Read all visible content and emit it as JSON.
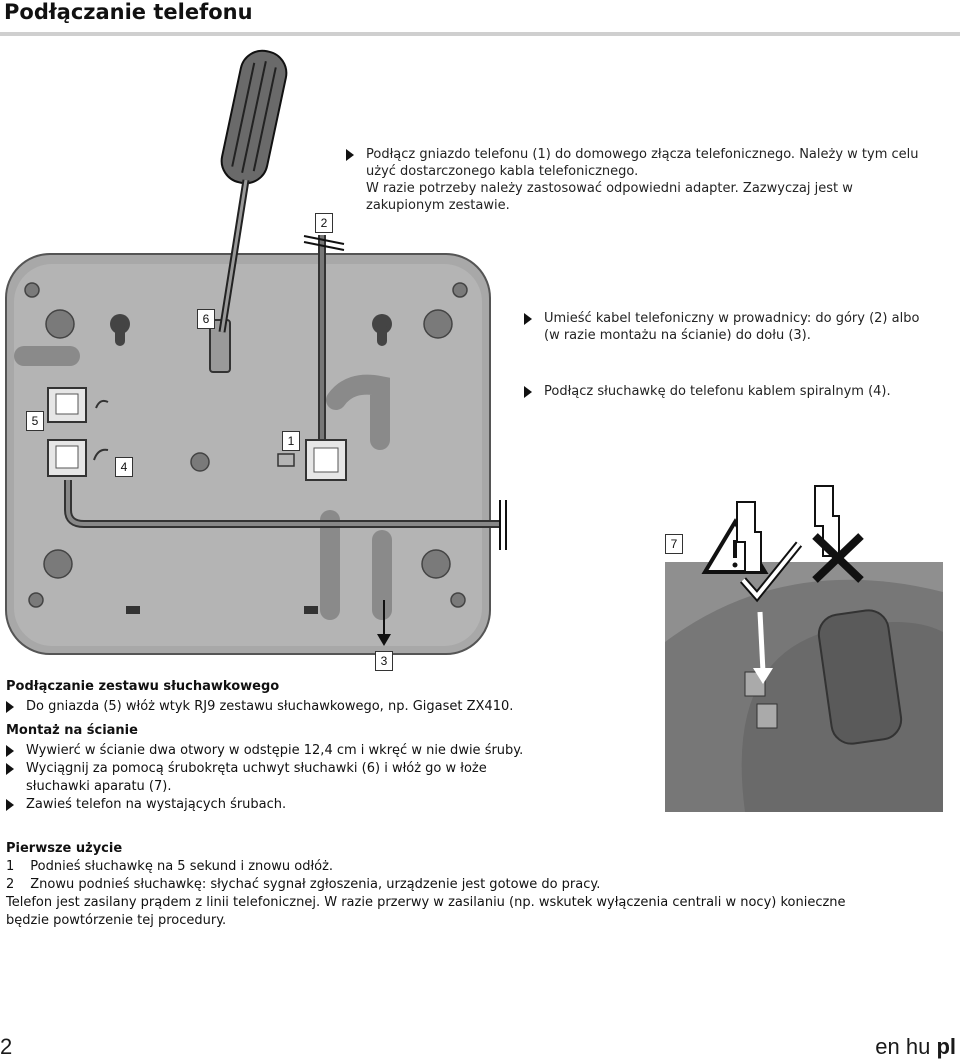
{
  "page": {
    "title": "Podłączanie telefonu",
    "page_number": "2",
    "languages": {
      "others": "en hu",
      "current": "pl"
    }
  },
  "figure": {
    "callouts": [
      "1",
      "2",
      "3",
      "4",
      "5",
      "6",
      "7"
    ]
  },
  "instructions_right": [
    "Podłącz gniazdo telefonu (1) do domowego złącza telefonicznego. Należy w tym celu użyć dostarczonego kabla telefonicznego.",
    "W razie potrzeby należy zastosować odpowiedni adapter. Zazwyczaj jest w zakupionym zestawie.",
    "Umieść kabel telefoniczny w prowadnicy: do góry (2) albo (w razie montażu na ścianie) do dołu (3).",
    "Podłącz słuchawkę do telefonu kablem spiralnym (4)."
  ],
  "headset": {
    "heading": "Podłączanie zestawu słuchawkowego",
    "items": [
      "Do gniazda (5) włóż wtyk RJ9 zestawu słuchawkowego, np. Gigaset ZX410."
    ]
  },
  "wall_mount": {
    "heading": "Montaż na ścianie",
    "items": [
      "Wywierć w ścianie dwa otwory w odstępie 12,4 cm i wkręć w nie dwie śruby.",
      "Wyciągnij za pomocą śrubokręta uchwyt słuchawki (6) i włóż go w łoże słuchawki aparatu (7).",
      "Zawieś telefon na wystających śrubach."
    ]
  },
  "first_use": {
    "heading": "Pierwsze użycie",
    "steps": [
      {
        "num": "1",
        "text": "Podnieś słuchawkę na 5 sekund i znowu odłóż."
      },
      {
        "num": "2",
        "text": "Znowu podnieś słuchawkę: słychać sygnał zgłoszenia, urządzenie jest gotowe do pracy."
      }
    ],
    "note": "Telefon jest zasilany prądem z linii telefonicznej. W razie przerwy w zasilaniu (np. wskutek wyłączenia centrali w nocy) konieczne będzie powtórzenie tej procedury."
  }
}
